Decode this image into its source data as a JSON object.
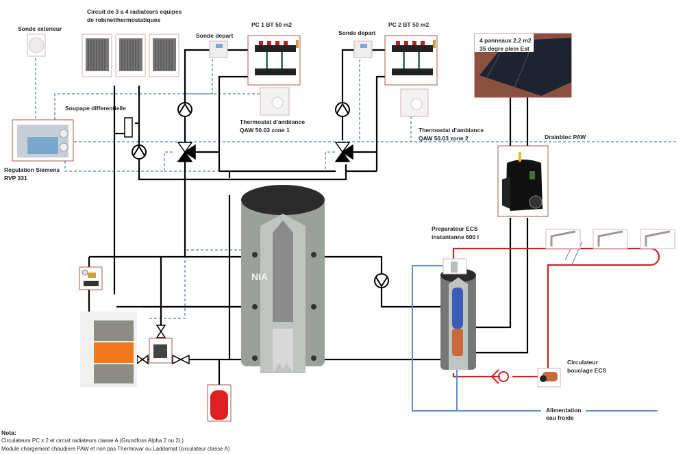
{
  "labels": {
    "sonde_exterieur": "Sonde exterieur",
    "radiators_line1": "Circuit de 3 a 4 radiateurs equipes",
    "radiators_line2": "de robinetthermostatiques",
    "sonde_depart_1": "Sonde depart",
    "sonde_depart_2": "Sonde depart",
    "pc1": "PC 1 BT 50 m2",
    "pc2": "PC 2 BT 50 m2",
    "solar_line1": "4 panneaux 2.2 m2",
    "solar_line2": "35 degre plein Est",
    "soupape": "Soupape differentielle",
    "thermostat1_line1": "Thermostat d'ambiance",
    "thermostat1_line2": "QAW 50.03  zone 1",
    "thermostat2_line1": "Thermostat d'ambiance",
    "thermostat2_line2": "QAW 50.03  zone 2",
    "drainbloc": "Drainbloc PAW",
    "regulation_line1": "Regulation Siemens",
    "regulation_line2": "RVP 331",
    "preparateur_line1": "Preparateur ECS",
    "preparateur_line2": "instantanne 600  l",
    "buffer_tank": "NIA",
    "circulateur_line1": "Circulateur",
    "circulateur_line2": "bouclage ECS",
    "alimentation_line1": "Alimentation",
    "alimentation_line2": "eau froide"
  },
  "notes": {
    "title": "Nota:",
    "line1": "Circulateurs PC x 2 et circuit radiateurs classe A (Grundfoss Alpha 2 ou 2L)",
    "line2": "Module chargement chaudiere PAW et non pas Thermovar ou Laddomat (circulateur classe A)"
  },
  "colors": {
    "pipe": "#000000",
    "control_wire": "#4f7fb8",
    "hot_water": "#d42020",
    "cold_water": "#5b8fc9",
    "frame": "#b05050",
    "boiler_orange": "#f07a1a",
    "expansion_red": "#e02020"
  }
}
